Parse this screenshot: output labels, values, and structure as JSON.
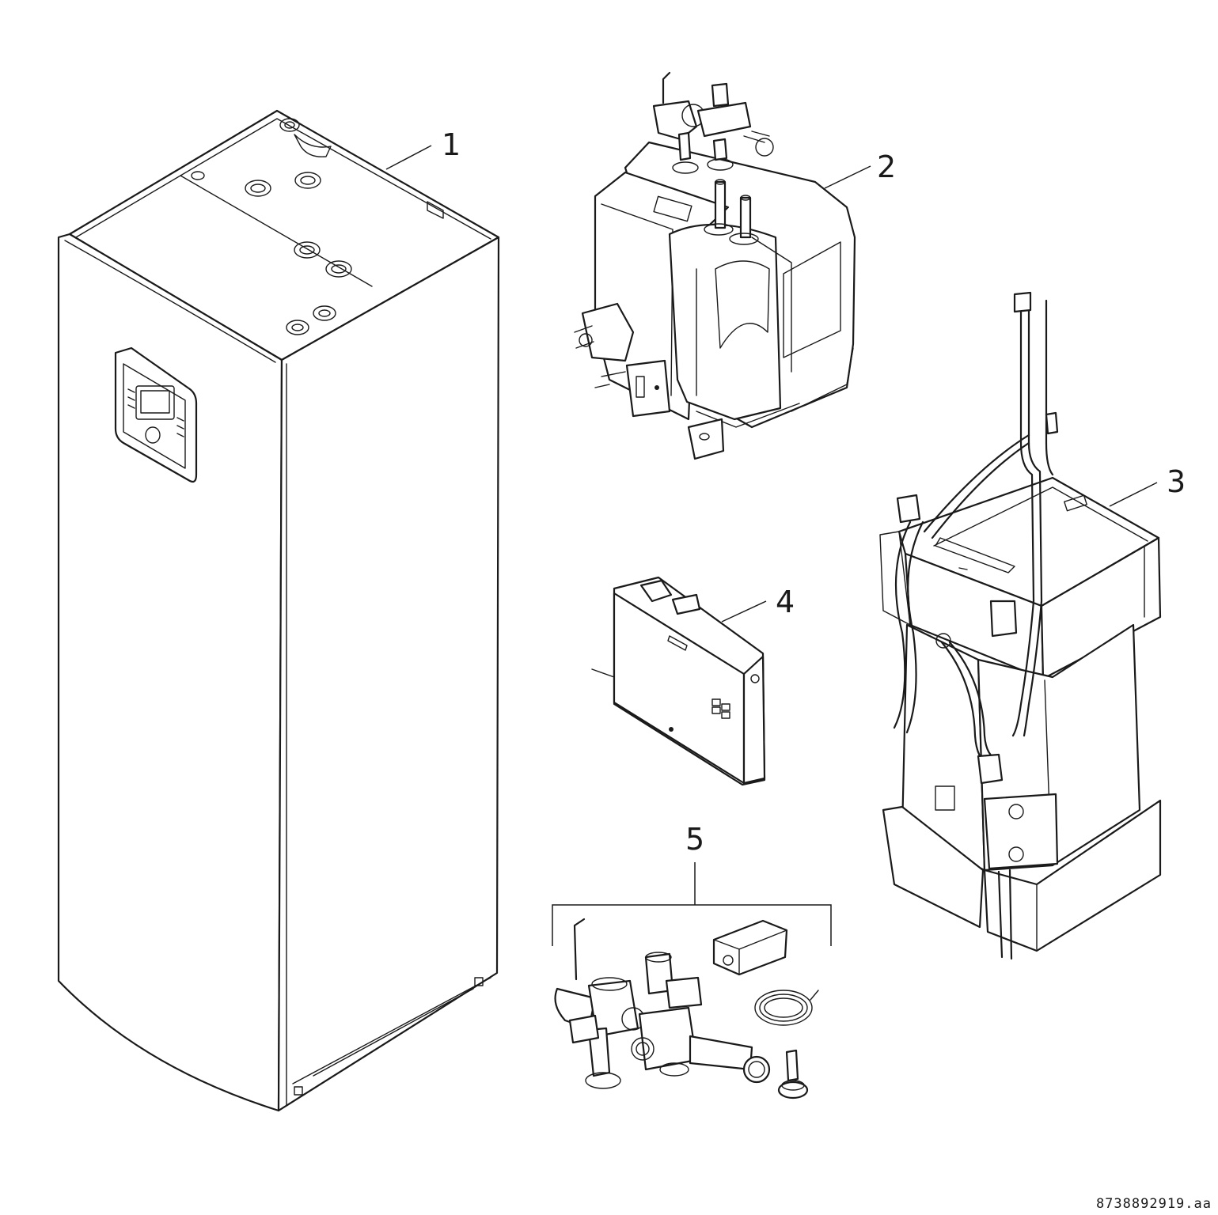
{
  "figure": {
    "document_code": "8738892919.aa",
    "callouts": [
      {
        "id": "1",
        "label": "1"
      },
      {
        "id": "2",
        "label": "2"
      },
      {
        "id": "3",
        "label": "3"
      },
      {
        "id": "4",
        "label": "4"
      },
      {
        "id": "5",
        "label": "5"
      }
    ]
  }
}
